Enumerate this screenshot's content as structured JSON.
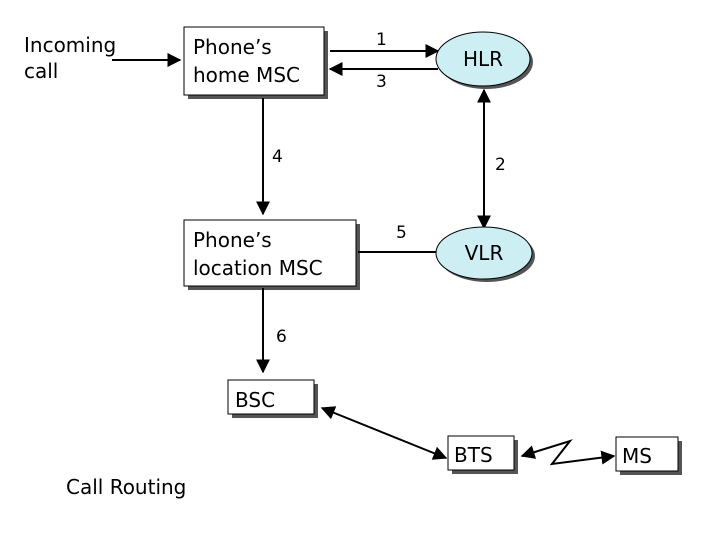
{
  "incoming_call": {
    "line1": "Incoming",
    "line2": "call"
  },
  "home_msc": {
    "line1": "Phone’s",
    "line2": "home MSC"
  },
  "location_msc": {
    "line1": "Phone’s",
    "line2": "location MSC"
  },
  "hlr": {
    "label": "HLR"
  },
  "vlr": {
    "label": "VLR"
  },
  "bsc": {
    "label": "BSC"
  },
  "bts": {
    "label": "BTS"
  },
  "ms": {
    "label": "MS"
  },
  "steps": {
    "s1": "1",
    "s2": "2",
    "s3": "3",
    "s4": "4",
    "s5": "5",
    "s6": "6"
  },
  "caption": "Call Routing",
  "colors": {
    "ellipse_fill": "#cdeff4",
    "shadow": "#555555",
    "line": "#000000"
  }
}
